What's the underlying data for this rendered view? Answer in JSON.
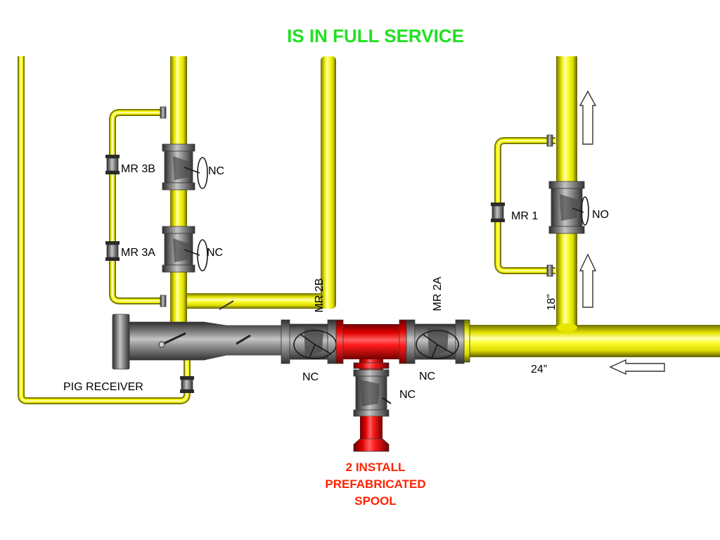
{
  "title": "IS IN FULL SERVICE",
  "colors": {
    "title": "#22e022",
    "note": "#ff2200",
    "text": "#000000",
    "pipe": "#ffff00",
    "spool": "#ff0000",
    "valve": "#8c8c8c"
  },
  "valves": {
    "mr3b": {
      "label": "MR 3B",
      "state": "NC"
    },
    "mr3a": {
      "label": "MR 3A",
      "state": "NC"
    },
    "mr2b": {
      "label": "MR 2B",
      "state": "NC"
    },
    "mr2a": {
      "label": "MR 2A",
      "state": "NC"
    },
    "spool_valve": {
      "state": "NC"
    },
    "mr1": {
      "label": "MR 1",
      "state": "NO"
    }
  },
  "pipe_sizes": {
    "main": "24”",
    "branch": "18”"
  },
  "pig_receiver": {
    "label": "PIG RECEIVER"
  },
  "note": {
    "line1": "2 INSTALL",
    "line2": "PREFABRICATED",
    "line3": "SPOOL"
  },
  "icons": {
    "flow_up": "arrow-up-icon",
    "flow_left": "arrow-left-icon"
  }
}
